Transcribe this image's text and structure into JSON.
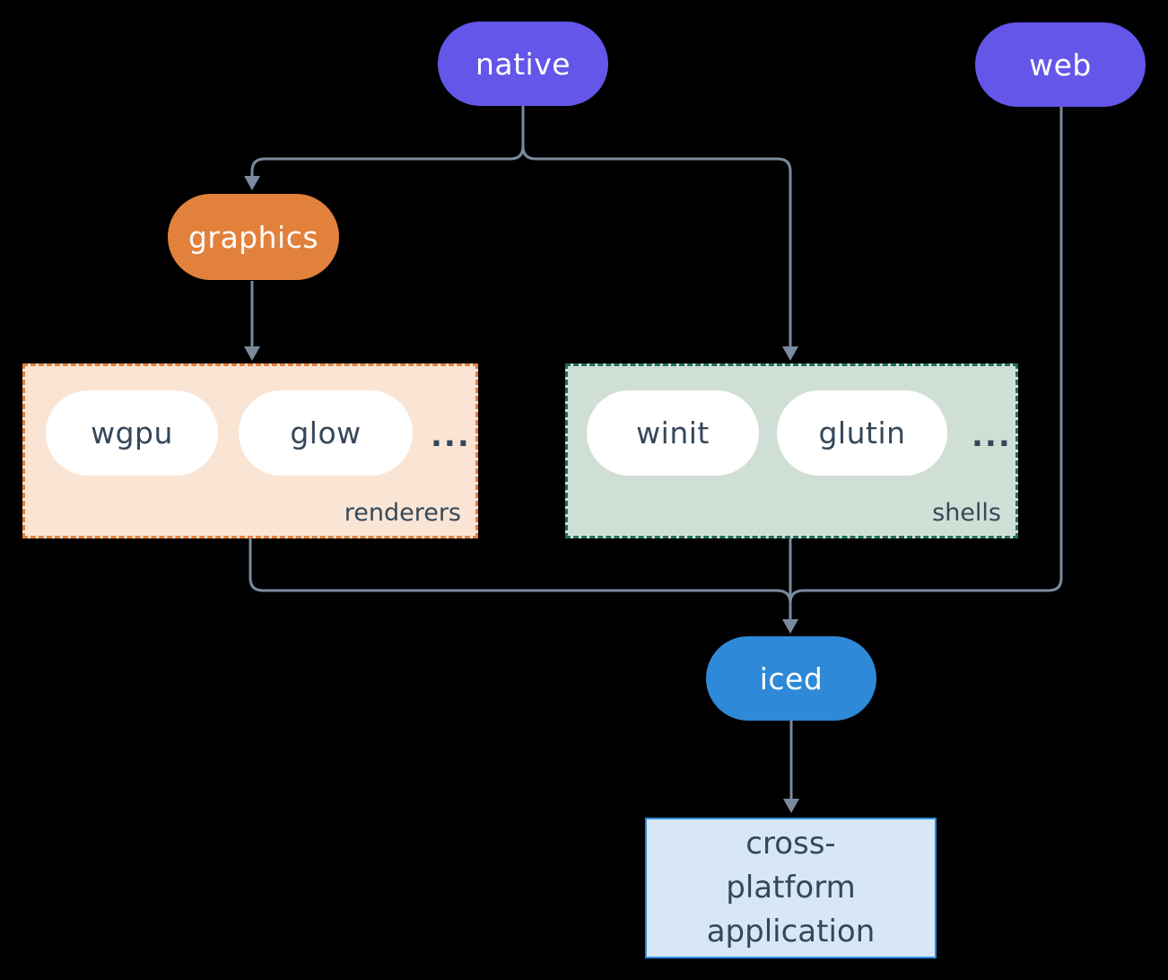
{
  "canvas": {
    "background": "#000000"
  },
  "colors": {
    "node_purple": "#6456E8",
    "node_orange": "#E2813C",
    "node_blue": "#2E89D8",
    "pill_white": "#FFFFFF",
    "renderers_fill": "#FAE4D3",
    "renderers_border": "#E2813C",
    "shells_fill": "#D0DFD6",
    "shells_border": "#1E6F5C",
    "app_fill": "#D7E7F8",
    "app_border": "#2E89D8",
    "connector": "#7A8A9D",
    "dark_text": "#35485A",
    "light_text": "#FFFFFF"
  },
  "nodes": {
    "native": "native",
    "web": "web",
    "graphics": "graphics",
    "iced": "iced",
    "app": "cross-platform application"
  },
  "groups": {
    "renderers": {
      "label": "renderers",
      "items": [
        "wgpu",
        "glow"
      ],
      "ellipsis": "..."
    },
    "shells": {
      "label": "shells",
      "items": [
        "winit",
        "glutin"
      ],
      "ellipsis": "..."
    }
  }
}
